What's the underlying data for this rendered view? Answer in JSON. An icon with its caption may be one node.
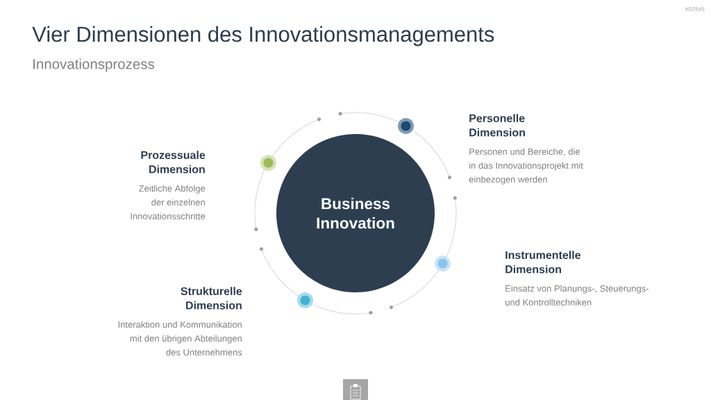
{
  "diagram": {
    "title": "Vier Dimensionen des Innovationsmanagements",
    "nodes": [
      {
        "text": [
          "Personelle Dimension",
          "Personen und Bereiche, die in das Innovationsprojekt mit einbezogen werden"
        ]
      },
      {
        "text": [
          "Prozessuale Dimension",
          "Zeitliche Abfolge der einzelnen Innovationsschritte"
        ]
      },
      {
        "text": [
          "Business Innovation"
        ]
      },
      {
        "text": [
          "Instrumentelle Dimension",
          "Einsatz von Planungs-, Steuerungs- und Kontrolltechniken"
        ]
      },
      {
        "text": [
          "Strukturelle Dimension",
          "Interaktion und Kommunikation mit den übrigen Abteilungen des Unternehmens"
        ]
      }
    ],
    "labels": [
      "#D2545",
      "Innovationsprozess"
    ]
  }
}
